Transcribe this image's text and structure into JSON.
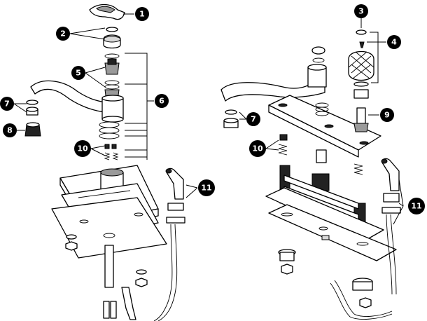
{
  "callouts": [
    {
      "id": "c1",
      "label": "1"
    },
    {
      "id": "c2",
      "label": "2"
    },
    {
      "id": "c5",
      "label": "5"
    },
    {
      "id": "c6",
      "label": "6"
    },
    {
      "id": "c7l",
      "label": "7"
    },
    {
      "id": "c8",
      "label": "8"
    },
    {
      "id": "c10l",
      "label": "10"
    },
    {
      "id": "c11l",
      "label": "11"
    },
    {
      "id": "c3",
      "label": "3"
    },
    {
      "id": "c4",
      "label": "4"
    },
    {
      "id": "c7r",
      "label": "7"
    },
    {
      "id": "c9",
      "label": "9"
    },
    {
      "id": "c10r",
      "label": "10"
    },
    {
      "id": "c11r",
      "label": "11"
    }
  ],
  "colors": {
    "ink": "#000000",
    "background": "#ffffff",
    "callout_fill": "#000000",
    "callout_text": "#ffffff"
  }
}
